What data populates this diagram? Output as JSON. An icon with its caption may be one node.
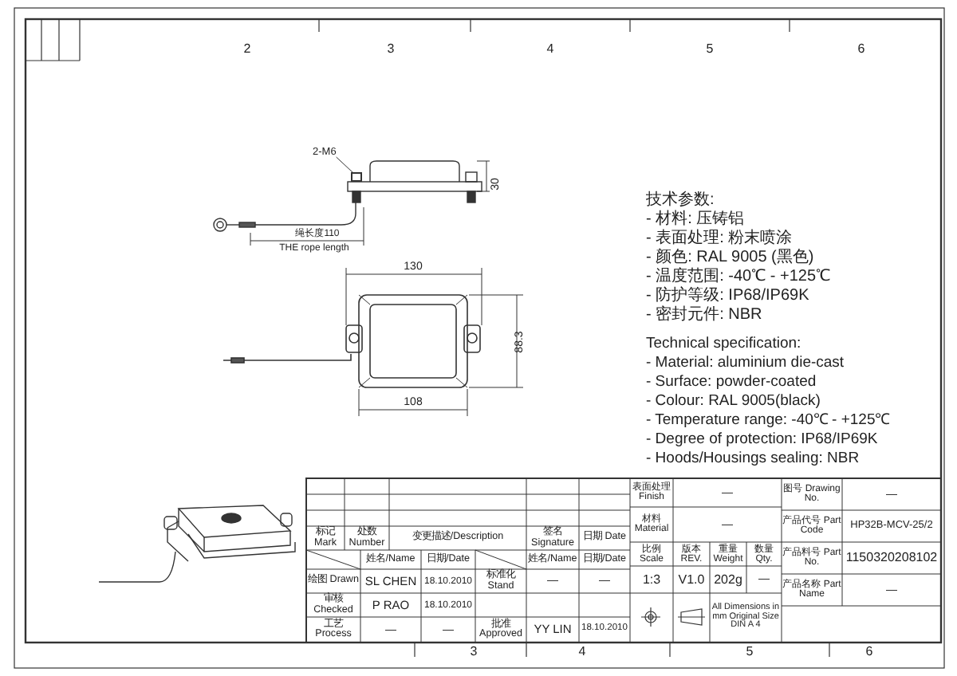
{
  "diagram": {
    "nodes": [
      {
        "text": [
          "2-M6"
        ]
      },
      {
        "text": [],
        "shape": "box"
      }
    ],
    "edges": [
      {
        "from": 0,
        "to": 1,
        "arrow": "none"
      }
    ],
    "labels": [
      "2",
      "3",
      "4",
      "5",
      "6",
      "30",
      "绳长度110",
      "THE rope length",
      "130",
      "88.3",
      "108",
      "技术参数:",
      "- 材料: 压铸铝",
      "- 表面处理: 粉末喷涂",
      "- 颜色: RAL 9005 (黑色)",
      "- 温度范围: -40℃ - +125℃",
      "- 防护等级: IP68/IP69K",
      "- 密封元件: NBR",
      "Technical specification:",
      "- Material: aluminium die-cast",
      "- Surface: powder-coated",
      "- Colour: RAL 9005(black)",
      "- Temperature range: -40℃ - +125℃",
      "- Degree of protection: IP68/IP69K",
      "- Hoods/Housings sealing: NBR",
      "标记 Mark",
      "处数 Number",
      "变更描述/Description",
      "签名 Signature",
      "日期 Date",
      "姓名/Name",
      "日期/Date",
      "姓名/Name",
      "日期/Date",
      "绘图 Drawn",
      "SL CHEN",
      "18.10.2010",
      "标准化 Stand",
      "—",
      "—",
      "审核 Checked",
      "P RAO",
      "18.10.2010",
      "工艺 Process",
      "—",
      "—",
      "批准 Approved",
      "YY LIN",
      "18.10.2010",
      "表面处理 Finish",
      "—",
      "图号 Drawing No.",
      "—",
      "材料 Material",
      "—",
      "产品代号 Part Code",
      "HP32B-MCV-25/2",
      "产品料号 Part No.",
      "1150320208102",
      "比例 Scale",
      "版本 REV.",
      "重量 Weight",
      "数量 Qty.",
      "1:3",
      "V1.0",
      "202g",
      "—",
      "产品名称 Part Name",
      "—",
      "All Dimensions in mm Original Size DIN A 4",
      "3",
      "4",
      "5",
      "6"
    ]
  }
}
